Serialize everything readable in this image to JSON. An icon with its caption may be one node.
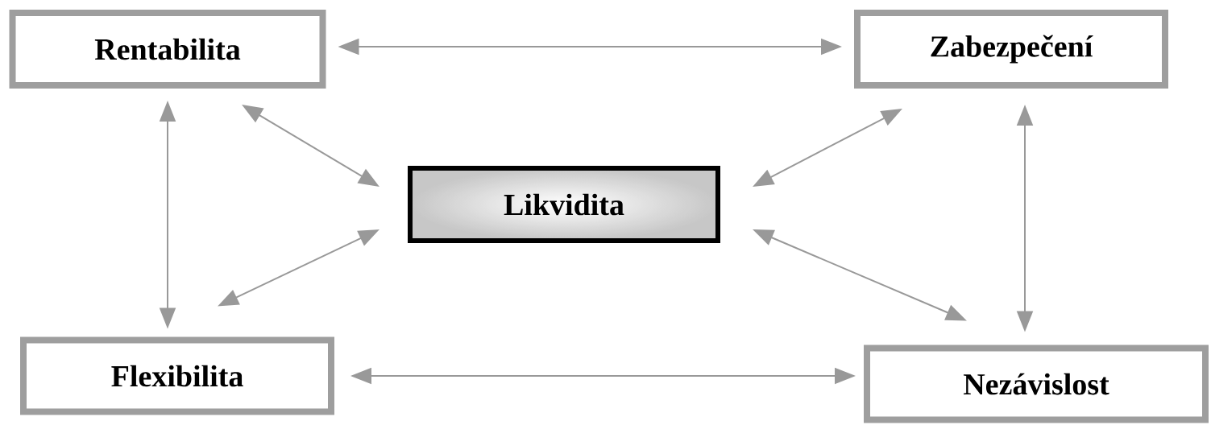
{
  "diagram": {
    "nodes": [
      {
        "text": [
          "Rentabilita"
        ]
      },
      {
        "text": [
          "Zabezpečení"
        ]
      },
      {
        "text": [
          "Likvidita"
        ]
      },
      {
        "text": [
          "Flexibilita"
        ]
      },
      {
        "text": [
          "Nezávislost"
        ]
      }
    ],
    "edges": [
      {
        "from": 0,
        "to": 1,
        "arrow": "both"
      },
      {
        "from": 0,
        "to": 3,
        "arrow": "both"
      },
      {
        "from": 0,
        "to": 2,
        "arrow": "both"
      },
      {
        "from": 1,
        "to": 2,
        "arrow": "both"
      },
      {
        "from": 1,
        "to": 4,
        "arrow": "both"
      },
      {
        "from": 3,
        "to": 2,
        "arrow": "both"
      },
      {
        "from": 2,
        "to": 4,
        "arrow": "both"
      },
      {
        "from": 3,
        "to": 4,
        "arrow": "both"
      }
    ]
  }
}
